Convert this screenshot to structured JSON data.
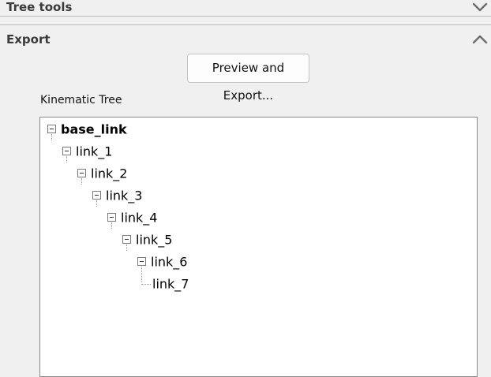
{
  "sections": {
    "tree_tools": {
      "title": "Tree tools",
      "chevron_icon": "chevron-down-icon"
    },
    "export": {
      "title": "Export",
      "chevron_icon": "chevron-up-icon"
    }
  },
  "export": {
    "preview_button_label": "Preview and Export...",
    "tree_label": "Kinematic Tree"
  },
  "tree": {
    "nodes": [
      {
        "label": "base_link",
        "depth": 0,
        "expanded": true,
        "bold": true
      },
      {
        "label": "link_1",
        "depth": 1,
        "expanded": true
      },
      {
        "label": "link_2",
        "depth": 2,
        "expanded": true
      },
      {
        "label": "link_3",
        "depth": 3,
        "expanded": true
      },
      {
        "label": "link_4",
        "depth": 4,
        "expanded": true
      },
      {
        "label": "link_5",
        "depth": 5,
        "expanded": true
      },
      {
        "label": "link_6",
        "depth": 6,
        "expanded": true
      },
      {
        "label": "link_7",
        "depth": 7,
        "expanded": false,
        "leaf": true
      }
    ]
  }
}
